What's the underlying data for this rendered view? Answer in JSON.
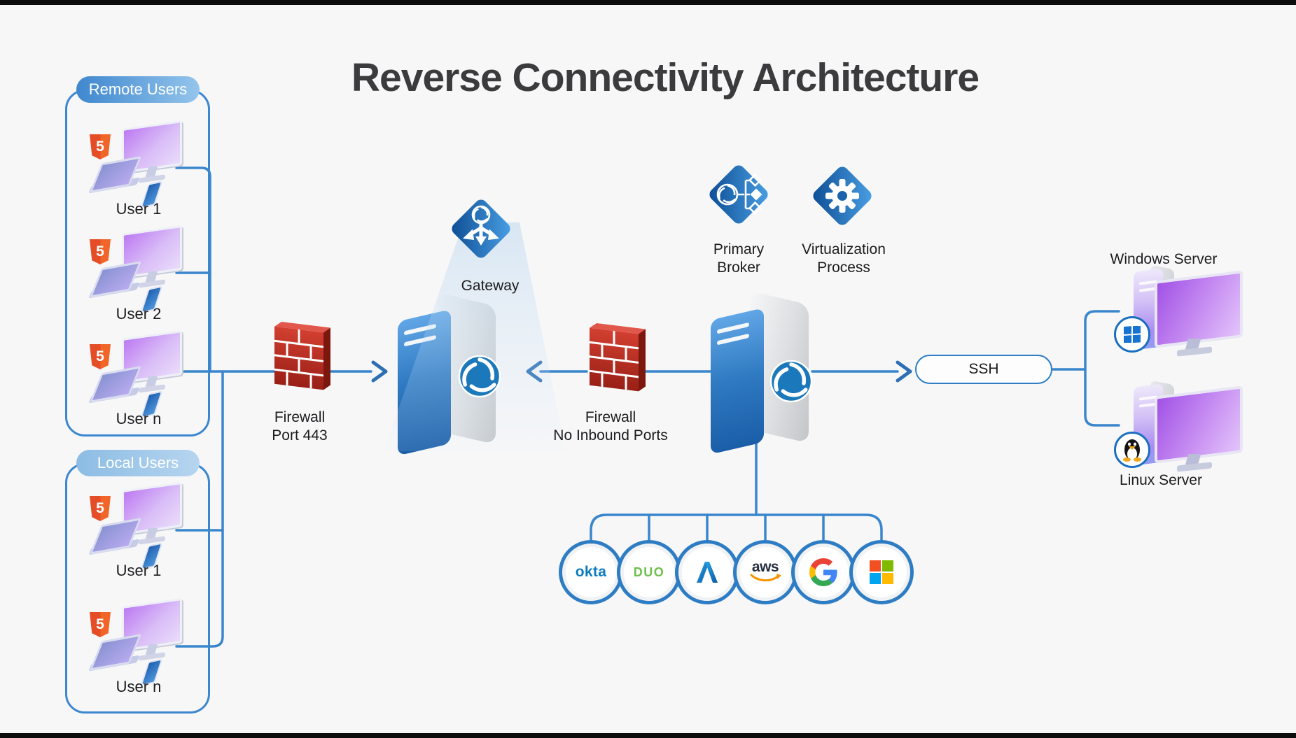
{
  "title": "Reverse Connectivity Architecture",
  "groups": {
    "remote": {
      "label": "Remote Users",
      "users": [
        "User 1",
        "User 2",
        "User n"
      ]
    },
    "local": {
      "label": "Local Users",
      "users": [
        "User 1",
        "User n"
      ]
    }
  },
  "nodes": {
    "gateway": {
      "label": "Gateway"
    },
    "firewall_left": {
      "line1": "Firewall",
      "line2": "Port 443"
    },
    "firewall_right": {
      "line1": "Firewall",
      "line2": "No Inbound Ports"
    },
    "primary_broker": {
      "line1": "Primary",
      "line2": "Broker"
    },
    "virtualization": {
      "line1": "Virtualization",
      "line2": "Process"
    },
    "ssh": {
      "label": "SSH"
    },
    "windows_server": {
      "label": "Windows Server"
    },
    "linux_server": {
      "label": "Linux Server"
    }
  },
  "badges": {
    "html5": "5"
  },
  "identity_providers": {
    "okta": "okta",
    "duo": "DUO",
    "aws": "aws"
  },
  "colors": {
    "background": "#f7f7f8",
    "connector_blue": "#3a86cc",
    "group_border_blue": "#3c87cf",
    "firewall_red": "#b92d20",
    "diamond_blue": "#1a63ac",
    "okta_blue": "#0b7cc1",
    "duo_green": "#6dc04b",
    "aws_orange": "#f79400",
    "html5_orange": "#e44d26"
  }
}
